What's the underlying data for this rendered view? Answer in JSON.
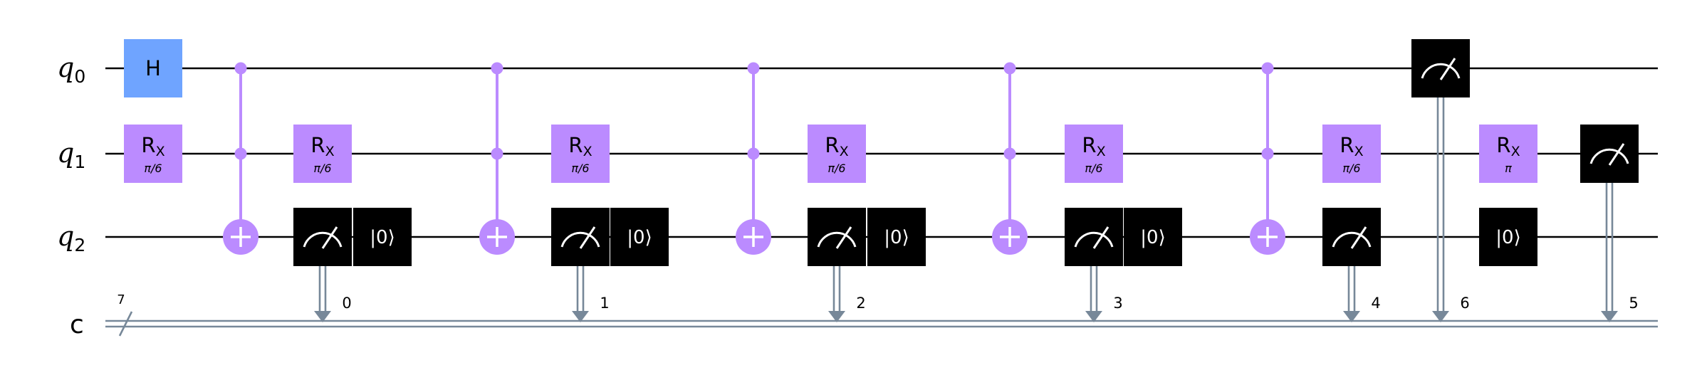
{
  "colors": {
    "wire": "#000000",
    "classical_wire": "#778899",
    "h_gate": "#6FA4FF",
    "rx_gate": "#BB8BFF",
    "cx": "#BB8BFF",
    "measure": "#000000",
    "reset": "#000000"
  },
  "qubits": [
    {
      "name": "q",
      "index": "0"
    },
    {
      "name": "q",
      "index": "1"
    },
    {
      "name": "q",
      "index": "2"
    }
  ],
  "classical_register": {
    "name": "c",
    "size": "7"
  },
  "columns": [
    [
      {
        "type": "h",
        "qubit": 0,
        "label": "H"
      },
      {
        "type": "rx",
        "qubit": 1,
        "name": "R",
        "sub": "X",
        "param": "π/6"
      }
    ],
    [
      {
        "type": "ccx",
        "controls": [
          0,
          1
        ],
        "target": 2
      }
    ],
    [
      {
        "type": "rx",
        "qubit": 1,
        "name": "R",
        "sub": "X",
        "param": "π/6"
      },
      {
        "type": "measure",
        "qubit": 2,
        "clbit": "0"
      }
    ],
    [
      {
        "type": "reset",
        "qubit": 2,
        "label": "|0⟩"
      }
    ],
    [
      {
        "type": "ccx",
        "controls": [
          0,
          1
        ],
        "target": 2
      }
    ],
    [
      {
        "type": "rx",
        "qubit": 1,
        "name": "R",
        "sub": "X",
        "param": "π/6"
      },
      {
        "type": "measure",
        "qubit": 2,
        "clbit": "1"
      }
    ],
    [
      {
        "type": "reset",
        "qubit": 2,
        "label": "|0⟩"
      }
    ],
    [
      {
        "type": "ccx",
        "controls": [
          0,
          1
        ],
        "target": 2
      }
    ],
    [
      {
        "type": "rx",
        "qubit": 1,
        "name": "R",
        "sub": "X",
        "param": "π/6"
      },
      {
        "type": "measure",
        "qubit": 2,
        "clbit": "2"
      }
    ],
    [
      {
        "type": "reset",
        "qubit": 2,
        "label": "|0⟩"
      }
    ],
    [
      {
        "type": "ccx",
        "controls": [
          0,
          1
        ],
        "target": 2
      }
    ],
    [
      {
        "type": "rx",
        "qubit": 1,
        "name": "R",
        "sub": "X",
        "param": "π/6"
      },
      {
        "type": "measure",
        "qubit": 2,
        "clbit": "3"
      }
    ],
    [
      {
        "type": "reset",
        "qubit": 2,
        "label": "|0⟩"
      }
    ],
    [
      {
        "type": "ccx",
        "controls": [
          0,
          1
        ],
        "target": 2
      }
    ],
    [
      {
        "type": "rx",
        "qubit": 1,
        "name": "R",
        "sub": "X",
        "param": "π/6"
      },
      {
        "type": "measure",
        "qubit": 2,
        "clbit": "4"
      }
    ],
    [
      {
        "type": "measure",
        "qubit": 0,
        "clbit": "6"
      }
    ],
    [
      {
        "type": "rx",
        "qubit": 1,
        "name": "R",
        "sub": "X",
        "param": "π"
      },
      {
        "type": "reset",
        "qubit": 2,
        "label": "|0⟩"
      }
    ],
    [
      {
        "type": "measure",
        "qubit": 1,
        "clbit": "5"
      }
    ]
  ]
}
